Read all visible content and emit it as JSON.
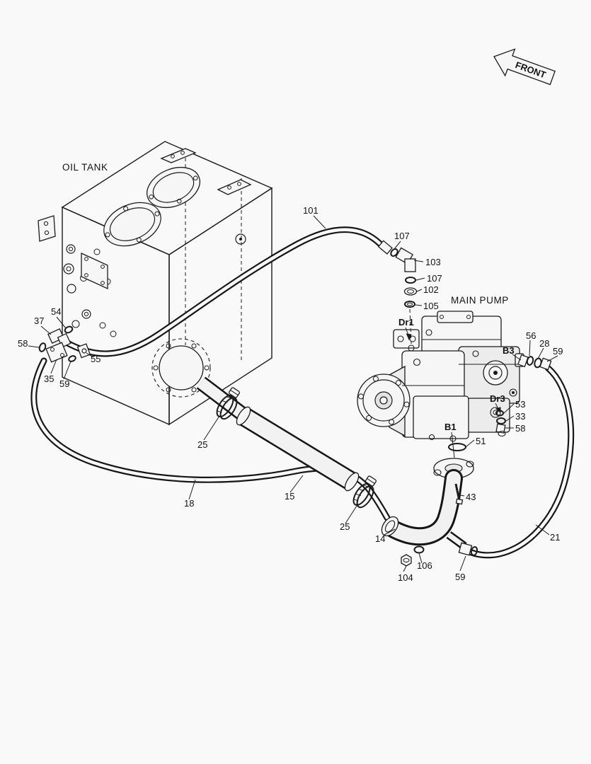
{
  "colors": {
    "ink": "#1b1b1b",
    "paper": "#f9f9f9"
  },
  "titles": {
    "oil_tank": "OIL TANK",
    "main_pump": "MAIN PUMP",
    "front": "FRONT"
  },
  "ports": {
    "dr1": "Dr1",
    "dr3": "Dr3",
    "b1": "B1",
    "b3": "B3"
  },
  "callouts": {
    "c101": "101",
    "c107a": "107",
    "c103": "103",
    "c107b": "107",
    "c102": "102",
    "c105": "105",
    "c54": "54",
    "c37": "37",
    "c58a": "58",
    "c35": "35",
    "c59a": "59",
    "c55": "55",
    "c25a": "25",
    "c15": "15",
    "c18": "18",
    "c25b": "25",
    "c14": "14",
    "c104": "104",
    "c106": "106",
    "c59b": "59",
    "c43": "43",
    "c51": "51",
    "c53": "53",
    "c33": "33",
    "c58b": "58",
    "c56": "56",
    "c28": "28",
    "c59c": "59",
    "c21": "21"
  }
}
